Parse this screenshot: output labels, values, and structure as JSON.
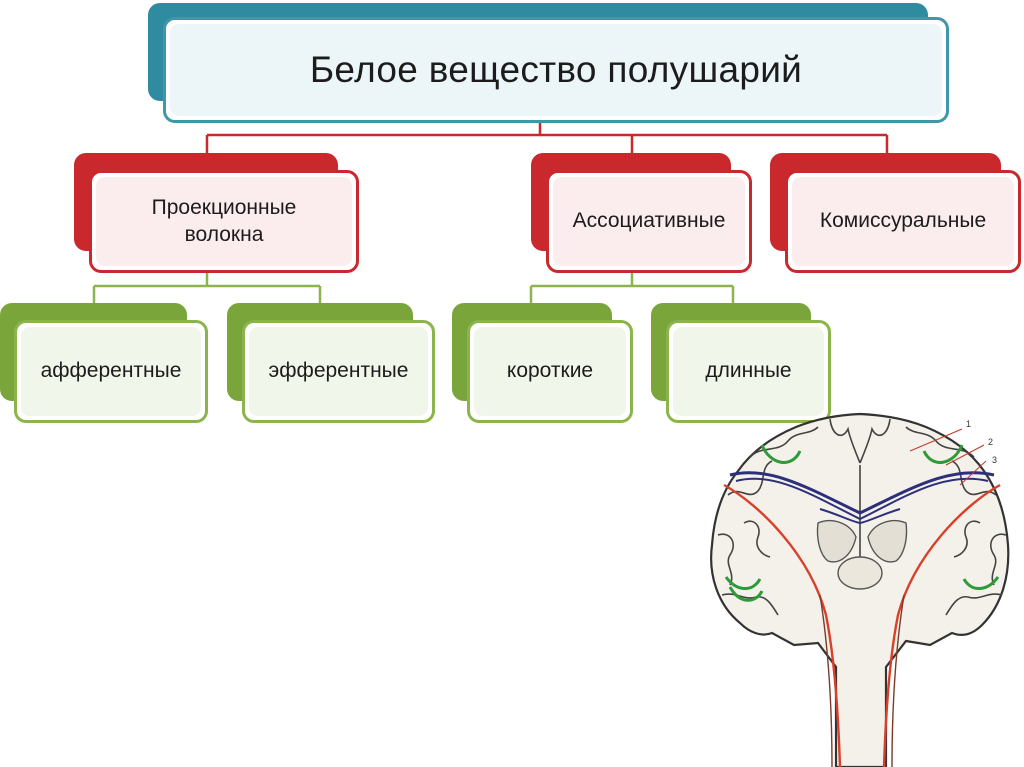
{
  "root": {
    "label": "Белое вещество полушарий"
  },
  "categories": [
    {
      "label": "Проекционные волокна"
    },
    {
      "label": "Ассоциативные"
    },
    {
      "label": "Комиссуральные"
    }
  ],
  "subtypes": [
    {
      "label": "афферентные"
    },
    {
      "label": "эфферентные"
    },
    {
      "label": "короткие"
    },
    {
      "label": "длинные"
    }
  ],
  "illustration": {
    "labels": [
      "1",
      "2",
      "3"
    ]
  },
  "colors": {
    "root_accent": "#3f98aa",
    "category_accent": "#c9292d",
    "subtype_accent": "#8cb44d",
    "fiber_red": "#d9402a",
    "fiber_blue": "#2c2f7a",
    "fiber_green": "#2e9a3a"
  }
}
